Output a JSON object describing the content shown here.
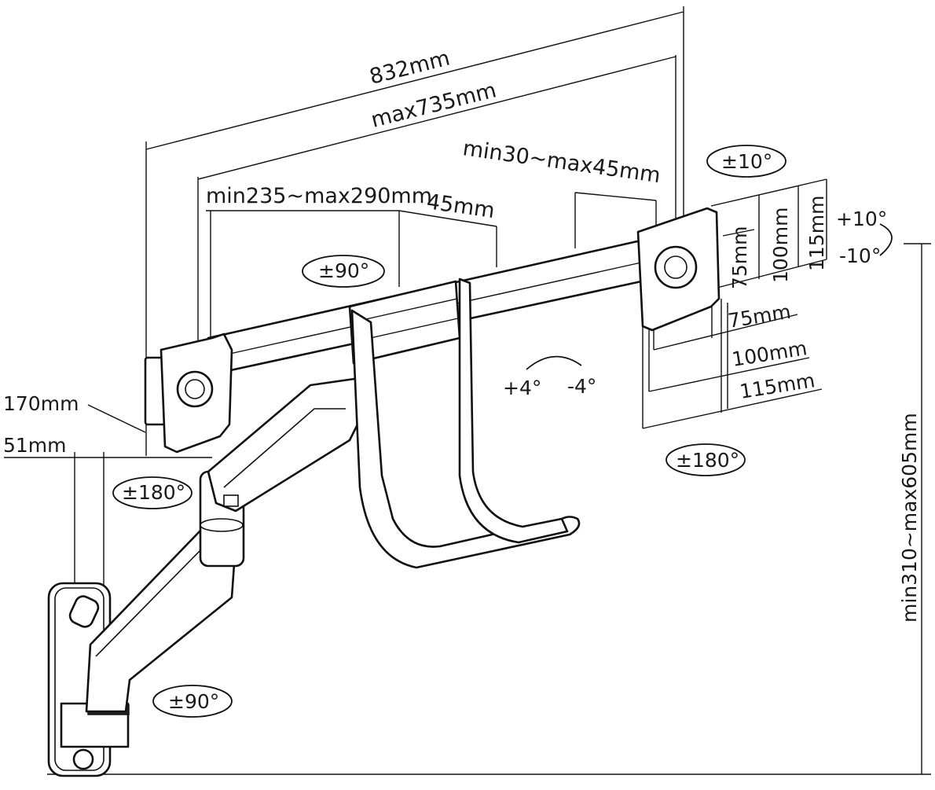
{
  "labels": {
    "overall_width": "832mm",
    "max_extension": "max735mm",
    "arm_span_range": "min235~max290mm",
    "bar_offset": "45mm",
    "bar_gap_range": "min30~max45mm",
    "tilt_top": "±10°",
    "tilt_up": "+10°",
    "tilt_down": "-10°",
    "vesa_75_v": "75mm",
    "vesa_100_v": "100mm",
    "vesa_115_v": "115mm",
    "vesa_75_h": "75mm",
    "vesa_100_h": "100mm",
    "vesa_115_h": "115mm",
    "rotate_90_top": "±90°",
    "tilt_plus4": "+4°",
    "tilt_minus4": "-4°",
    "swivel_180_right": "±180°",
    "depth_170": "170mm",
    "depth_51": "51mm",
    "swivel_180_left": "±180°",
    "swivel_90_base": "±90°",
    "height_range": "min310~max605mm"
  }
}
